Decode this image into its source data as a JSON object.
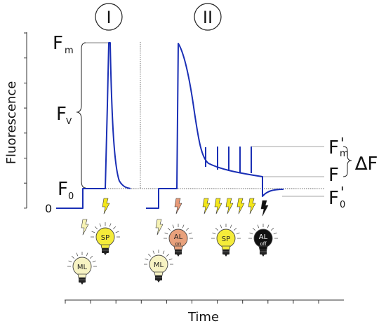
{
  "axes": {
    "x_label": "Time",
    "y_label": "Fluorescence",
    "zero_label": "0"
  },
  "phases": [
    {
      "label": "I"
    },
    {
      "label": "II"
    }
  ],
  "levels": {
    "fm": {
      "main": "F",
      "sub": "m"
    },
    "fv": {
      "main": "F",
      "sub": "V"
    },
    "f0": {
      "main": "F",
      "sub": "0"
    },
    "fm_prime": {
      "main": "F",
      "sub": "m",
      "prime": "'"
    },
    "f": {
      "main": "F"
    },
    "f0_prime": {
      "main": "F",
      "sub": "0",
      "prime": "'"
    },
    "delta_f": "∆F"
  },
  "bulbs": {
    "ml": "ML",
    "sp": "SP",
    "al_on": {
      "top": "AL",
      "bottom": "on"
    },
    "al_off": {
      "top": "AL",
      "bottom": "off"
    }
  },
  "colors": {
    "trace": "#1a2fb5",
    "flash_yellow": "#f3e61a",
    "flash_pale": "#f6f2b4",
    "al_orange": "#e89a78",
    "bulb_sp": "#f5ec3a",
    "bulb_ml": "#f7f3c3",
    "bulb_al_on": "#e8a17c",
    "bulb_al_off": "#111111"
  }
}
